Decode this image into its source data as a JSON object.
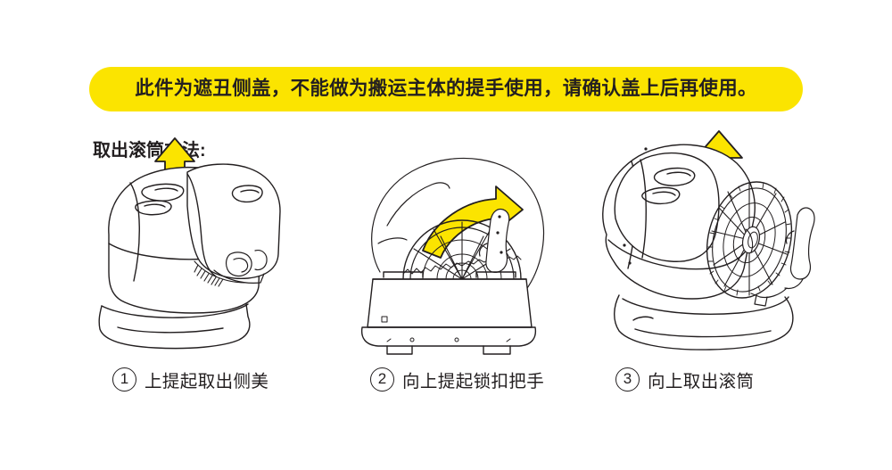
{
  "background_color": "#ffffff",
  "banner": {
    "text": "此件为遮丑侧盖，不能做为搬运主体的提手使用，请确认盖上后再使用。",
    "background_color": "#fbe400",
    "text_color": "#231f20"
  },
  "heading": {
    "text": "取出滚筒方法:"
  },
  "illustration_colors": {
    "line": "#231f20",
    "arrow_fill": "#fbe400",
    "arrow_outline": "#231f20",
    "body_fill": "#ffffff"
  },
  "panels": [
    {
      "id": "panel-1",
      "alt": "appliance-with-side-cover-lifting",
      "arrow": {
        "name": "up-arrow-icon",
        "direction": "up"
      }
    },
    {
      "id": "panel-2",
      "alt": "drum-latch-handle-front-view",
      "arrow": {
        "name": "curved-arrow-icon",
        "direction": "curved-up-right"
      }
    },
    {
      "id": "panel-3",
      "alt": "drum-removed-from-appliance",
      "arrow": {
        "name": "up-arrow-icon",
        "direction": "up"
      }
    }
  ],
  "captions": [
    {
      "number": "1",
      "text": "上提起取出侧美"
    },
    {
      "number": "2",
      "text": "向上提起锁扣把手"
    },
    {
      "number": "3",
      "text": "向上取出滚筒"
    }
  ]
}
